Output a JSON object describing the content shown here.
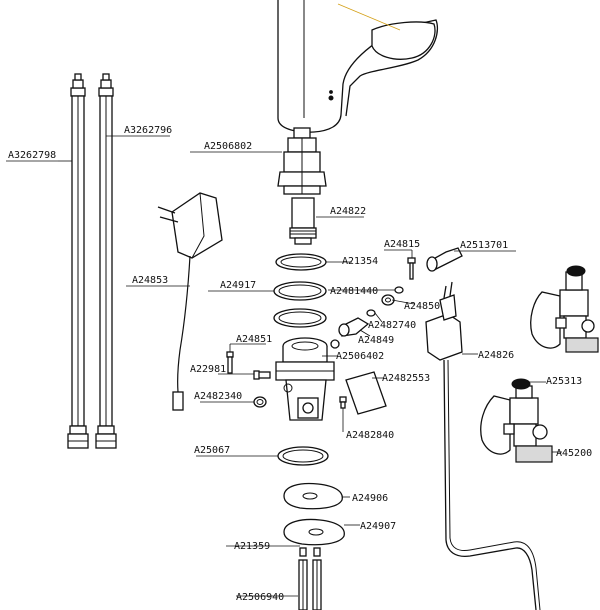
{
  "labels": {
    "A3262798": "A3262798",
    "A3262796": "A3262796",
    "A2506802": "A2506802",
    "A24822": "A24822",
    "A24815": "A24815",
    "A2513701": "A2513701",
    "A24853": "A24853",
    "A21354": "A21354",
    "A24917": "A24917",
    "A2481440": "A2481440",
    "A24850": "A24850",
    "A2482740": "A2482740",
    "A24851": "A24851",
    "A24849": "A24849",
    "A22981": "A22981",
    "A2506402": "A2506402",
    "A24826": "A24826",
    "A2482553": "A2482553",
    "A2482340": "A2482340",
    "A25313": "A25313",
    "A2482840": "A2482840",
    "A45200": "A45200",
    "A25067": "A25067",
    "A24906": "A24906",
    "A24907": "A24907",
    "A21359": "A21359",
    "A2506940": "A2506940"
  }
}
